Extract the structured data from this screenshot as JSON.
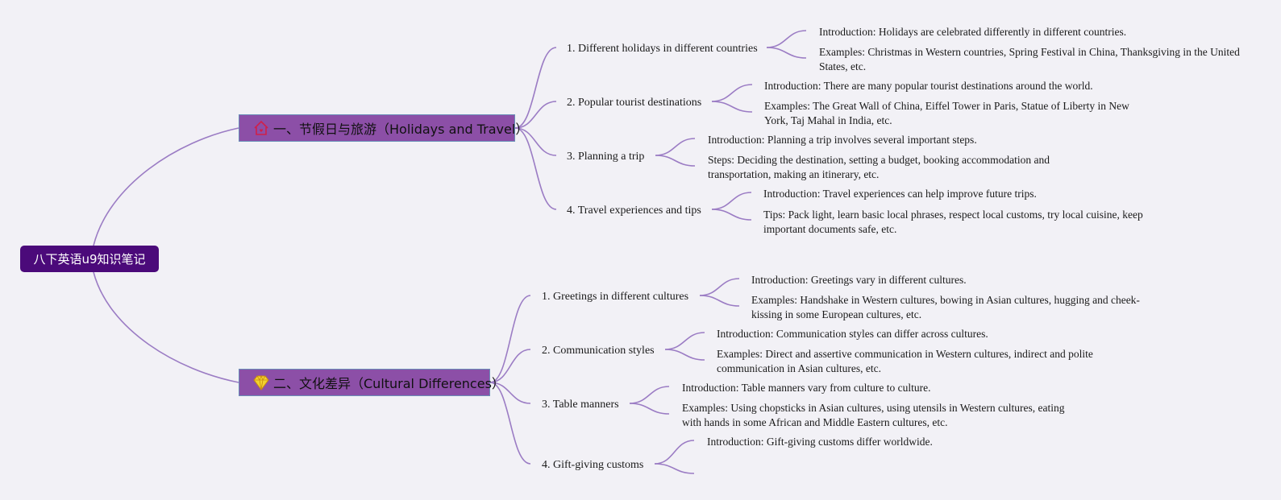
{
  "root": {
    "label": "八下英语u9知识笔记"
  },
  "branches": [
    {
      "label": "一、节假日与旅游（Holidays and Travel）",
      "icon": "house-icon",
      "topics": [
        {
          "label": "1. Different holidays in different countries",
          "details": [
            "Introduction: Holidays are celebrated differently in different countries.",
            "Examples: Christmas in Western countries, Spring Festival in China, Thanksgiving in the United States, etc."
          ]
        },
        {
          "label": "2. Popular tourist destinations",
          "details": [
            "Introduction: There are many popular tourist destinations around the world.",
            "Examples: The Great Wall of China, Eiffel Tower in Paris, Statue of Liberty in New York, Taj Mahal in India, etc."
          ]
        },
        {
          "label": "3. Planning a trip",
          "details": [
            "Introduction: Planning a trip involves several important steps.",
            "Steps: Deciding the destination, setting a budget, booking accommodation and transportation, making an itinerary, etc."
          ]
        },
        {
          "label": "4. Travel experiences and tips",
          "details": [
            "Introduction: Travel experiences can help improve future trips.",
            "Tips: Pack light, learn basic local phrases, respect local customs, try local cuisine, keep important documents safe, etc."
          ]
        }
      ]
    },
    {
      "label": "二、文化差异（Cultural Differences）",
      "icon": "diamond-icon",
      "topics": [
        {
          "label": "1. Greetings in different cultures",
          "details": [
            "Introduction: Greetings vary in different cultures.",
            "Examples: Handshake in Western cultures, bowing in Asian cultures, hugging and cheek-kissing in some European cultures, etc."
          ]
        },
        {
          "label": "2. Communication styles",
          "details": [
            "Introduction: Communication styles can differ across cultures.",
            "Examples: Direct and assertive communication in Western cultures, indirect and polite communication in Asian cultures, etc."
          ]
        },
        {
          "label": "3. Table manners",
          "details": [
            "Introduction: Table manners vary from culture to culture.",
            "Examples: Using chopsticks in Asian cultures, using utensils in Western cultures, eating with hands in some African and Middle Eastern cultures, etc."
          ]
        },
        {
          "label": "4. Gift-giving customs",
          "details": [
            "Introduction: Gift-giving customs differ worldwide.",
            ""
          ]
        }
      ]
    }
  ],
  "colors": {
    "link": "#9b7cc4",
    "root": "#4b0a7a",
    "branch": "#8c4fa7",
    "background": "#f2f1f6"
  }
}
